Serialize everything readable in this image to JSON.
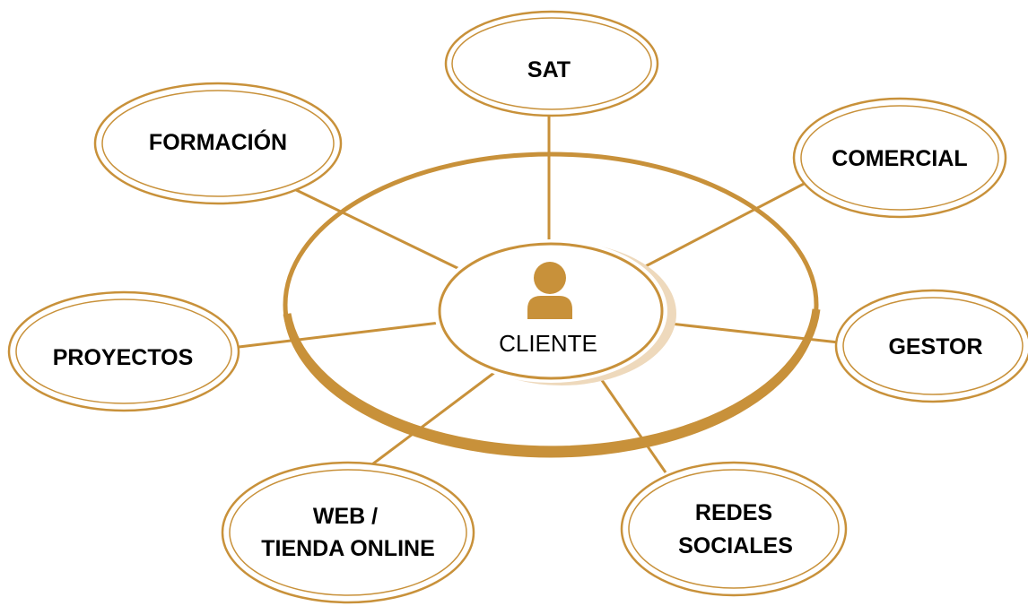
{
  "colors": {
    "accent": "#c8913a",
    "accent_light": "#eed9bc",
    "background": "#ffffff",
    "text": "#000000"
  },
  "center": {
    "label": "CLIENTE",
    "icon": "user-icon"
  },
  "nodes": {
    "sat": {
      "label": "SAT"
    },
    "formacion": {
      "label": "FORMACIÓN"
    },
    "comercial": {
      "label": "COMERCIAL"
    },
    "proyectos": {
      "label": "PROYECTOS"
    },
    "gestor": {
      "label": "GESTOR"
    },
    "web": {
      "line1": "WEB /",
      "line2": "TIENDA ONLINE"
    },
    "redes": {
      "line1": "REDES",
      "line2": "SOCIALES"
    }
  }
}
